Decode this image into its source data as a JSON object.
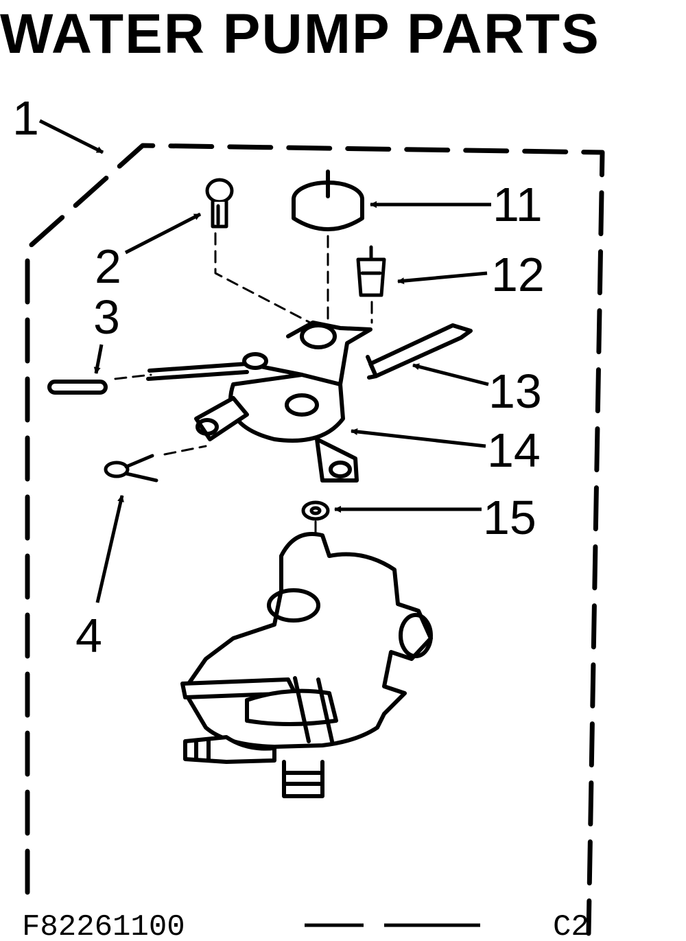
{
  "title": "WATER PUMP PARTS",
  "callouts": {
    "c1": "1",
    "c2": "2",
    "c3": "3",
    "c4": "4",
    "c11": "11",
    "c12": "12",
    "c13": "13",
    "c14": "14",
    "c15": "15"
  },
  "footer": {
    "part_code": "F82261100",
    "page_code": "C2"
  }
}
